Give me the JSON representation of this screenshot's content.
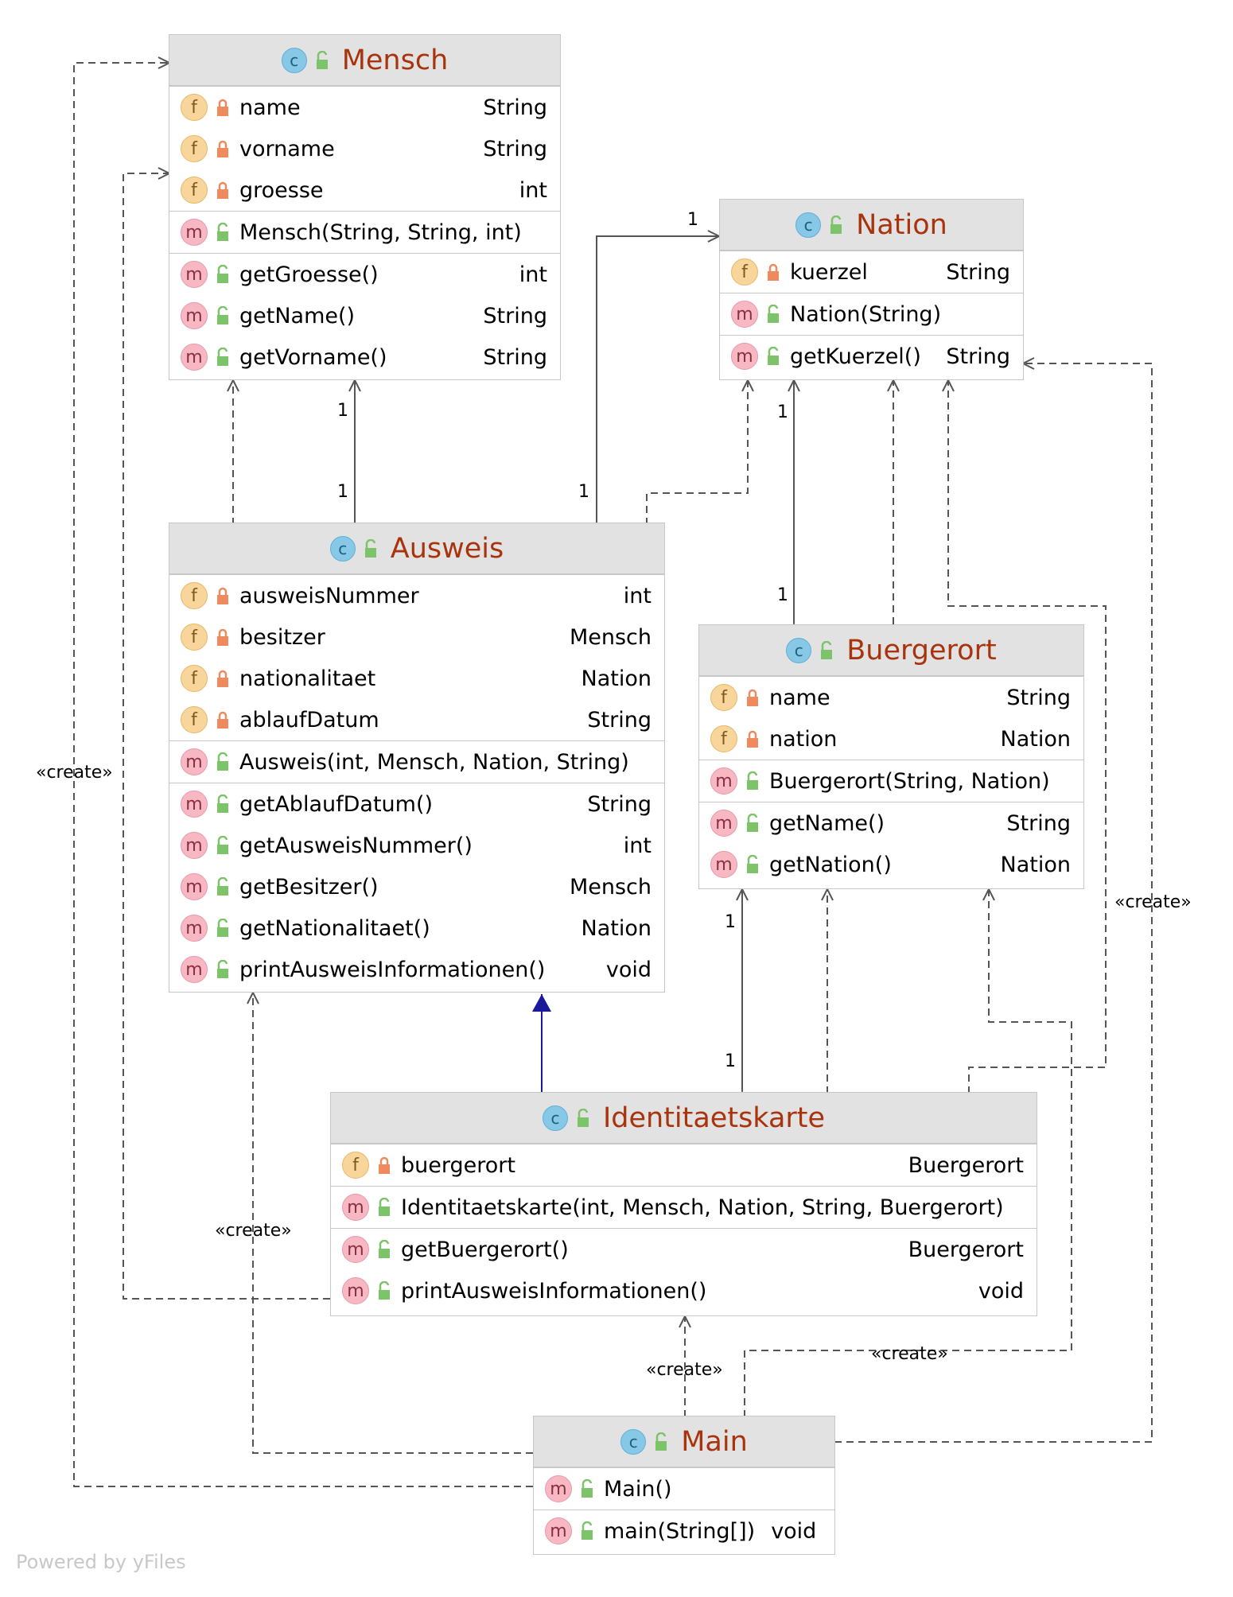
{
  "classes": {
    "mensch": {
      "name": "Mensch",
      "fields": [
        {
          "name": "name",
          "type": "String"
        },
        {
          "name": "vorname",
          "type": "String"
        },
        {
          "name": "groesse",
          "type": "int"
        }
      ],
      "constructors": [
        {
          "name": "Mensch(String, String, int)",
          "type": ""
        }
      ],
      "methods": [
        {
          "name": "getGroesse()",
          "type": "int"
        },
        {
          "name": "getName()",
          "type": "String"
        },
        {
          "name": "getVorname()",
          "type": "String"
        }
      ]
    },
    "nation": {
      "name": "Nation",
      "fields": [
        {
          "name": "kuerzel",
          "type": "String"
        }
      ],
      "constructors": [
        {
          "name": "Nation(String)",
          "type": ""
        }
      ],
      "methods": [
        {
          "name": "getKuerzel()",
          "type": "String"
        }
      ]
    },
    "ausweis": {
      "name": "Ausweis",
      "fields": [
        {
          "name": "ausweisNummer",
          "type": "int"
        },
        {
          "name": "besitzer",
          "type": "Mensch"
        },
        {
          "name": "nationalitaet",
          "type": "Nation"
        },
        {
          "name": "ablaufDatum",
          "type": "String"
        }
      ],
      "constructors": [
        {
          "name": "Ausweis(int, Mensch, Nation, String)",
          "type": ""
        }
      ],
      "methods": [
        {
          "name": "getAblaufDatum()",
          "type": "String"
        },
        {
          "name": "getAusweisNummer()",
          "type": "int"
        },
        {
          "name": "getBesitzer()",
          "type": "Mensch"
        },
        {
          "name": "getNationalitaet()",
          "type": "Nation"
        },
        {
          "name": "printAusweisInformationen()",
          "type": "void"
        }
      ]
    },
    "buergerort": {
      "name": "Buergerort",
      "fields": [
        {
          "name": "name",
          "type": "String"
        },
        {
          "name": "nation",
          "type": "Nation"
        }
      ],
      "constructors": [
        {
          "name": "Buergerort(String, Nation)",
          "type": ""
        }
      ],
      "methods": [
        {
          "name": "getName()",
          "type": "String"
        },
        {
          "name": "getNation()",
          "type": "Nation"
        }
      ]
    },
    "identitaetskarte": {
      "name": "Identitaetskarte",
      "fields": [
        {
          "name": "buergerort",
          "type": "Buergerort"
        }
      ],
      "constructors": [
        {
          "name": "Identitaetskarte(int, Mensch, Nation, String, Buergerort)",
          "type": ""
        }
      ],
      "methods": [
        {
          "name": "getBuergerort()",
          "type": "Buergerort"
        },
        {
          "name": "printAusweisInformationen()",
          "type": "void"
        }
      ]
    },
    "main": {
      "name": "Main",
      "fields": [],
      "constructors": [
        {
          "name": "Main()",
          "type": ""
        }
      ],
      "methods": [
        {
          "name": "main(String[])",
          "type": "void"
        }
      ]
    }
  },
  "badges": {
    "field": "f",
    "method": "m",
    "class": "c"
  },
  "multiplicity": "1",
  "stereotype": "«create»",
  "footer": "Powered by yFiles",
  "colors": {
    "header_bg": "#e2e2e2",
    "class_name": "#a8330c",
    "border": "#c7c7c7",
    "edge": "#555555",
    "inheritance": "#1a1a9a",
    "private_lock": "#ee8a5e",
    "public_lock": "#7cc36a"
  }
}
